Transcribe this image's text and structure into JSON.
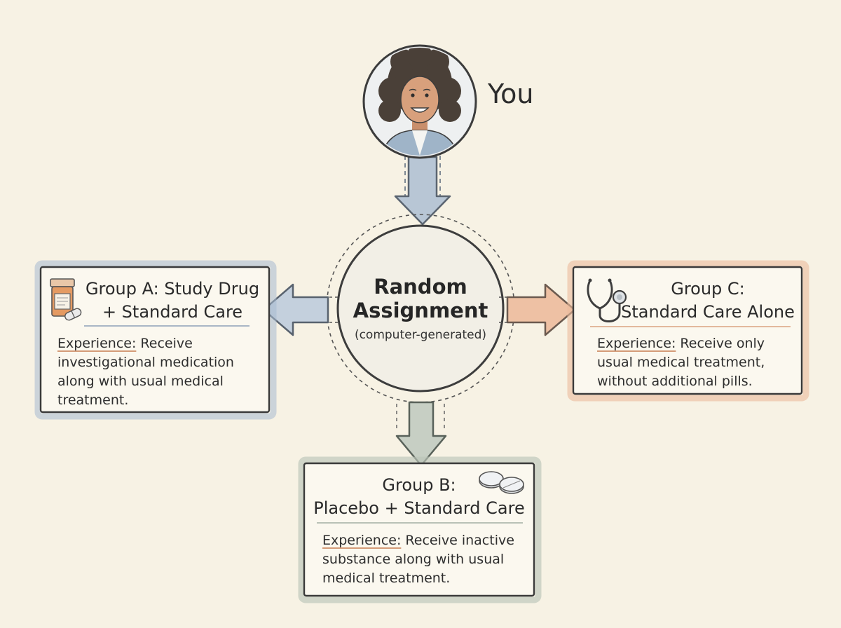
{
  "you": {
    "label": "You"
  },
  "center": {
    "title_line1": "Random",
    "title_line2": "Assignment",
    "subtitle": "(computer-generated)"
  },
  "groups": {
    "a": {
      "title_line1": "Group A: Study Drug",
      "title_line2": "+ Standard Care",
      "experience_label": "Experience:",
      "experience_text": "Receive investigational medication along with usual medical treatment.",
      "accent": "#9fb2c9"
    },
    "b": {
      "title_line1": "Group B:",
      "title_line2": "Placebo + Standard Care",
      "experience_label": "Experience:",
      "experience_text": "Receive inactive substance along with usual medical treatment.",
      "accent": "#b9c0b5"
    },
    "c": {
      "title_line1": "Group C:",
      "title_line2": "Standard Care Alone",
      "experience_label": "Experience:",
      "experience_text": "Receive only usual medical treatment, without additional pills.",
      "accent": "#e8b99a"
    }
  },
  "icons": {
    "a": "pill-bottle-icon",
    "b": "tablets-icon",
    "c": "stethoscope-icon",
    "you": "person-avatar-icon"
  }
}
